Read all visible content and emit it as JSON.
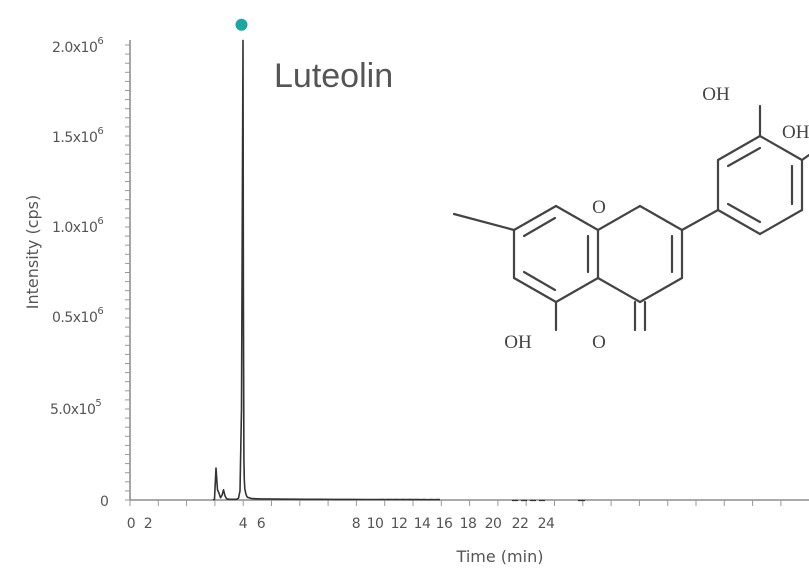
{
  "chart_data": {
    "type": "line",
    "title": "",
    "xlabel": "Time (min)",
    "ylabel": "Intensity (cps)",
    "xlim": [
      0,
      30
    ],
    "ylim": [
      0,
      2050000
    ],
    "x_tick_labels": [
      "0",
      "2",
      "4",
      "6",
      "8",
      "10",
      "12",
      "14",
      "16",
      "18",
      "20",
      "22",
      "24"
    ],
    "y_ticks": [
      {
        "value": 0,
        "mantissa": "0",
        "exponent": ""
      },
      {
        "value": 500000,
        "mantissa": "5.0x10",
        "exponent": "5"
      },
      {
        "value": 500000,
        "mantissa": "0.5x10",
        "exponent": "6"
      },
      {
        "value": 1000000,
        "mantissa": "1.0x10",
        "exponent": "6"
      },
      {
        "value": 1500000,
        "mantissa": "1.5x10",
        "exponent": "6"
      },
      {
        "value": 2000000,
        "mantissa": "2.0x10",
        "exponent": "6"
      }
    ],
    "series": [
      {
        "name": "",
        "color": "#333333",
        "x": [
          3.0,
          3.05,
          3.1,
          3.15,
          3.2,
          3.25,
          3.3,
          3.35,
          3.4,
          3.45,
          3.5,
          3.55,
          3.6,
          3.65,
          3.7,
          3.75,
          3.8,
          3.85,
          3.9,
          3.95,
          4.0,
          4.05,
          4.1,
          4.15,
          4.2,
          4.3,
          4.4,
          4.5,
          5.0,
          6.0,
          7.0,
          8.0,
          9.0,
          10.0,
          11.0,
          12.0,
          13.0,
          14.0,
          15.0,
          16.0,
          17.0,
          18.0
        ],
        "y": [
          0,
          3000,
          140000,
          45000,
          30000,
          10000,
          20000,
          45000,
          18000,
          6000,
          4000,
          3000,
          3000,
          3000,
          3000,
          3000,
          4000,
          8000,
          40000,
          400000,
          2020000,
          900000,
          180000,
          90000,
          50000,
          30000,
          18000,
          12000,
          6000,
          5000,
          4000,
          3500,
          3000,
          3000,
          2500,
          2500,
          2200,
          2000,
          2000,
          1800,
          1500,
          1500
        ]
      }
    ],
    "marker": {
      "x": 3.95,
      "y": 2080000,
      "color": "#1aa79f"
    },
    "annotation": "Luteolin"
  },
  "structure": {
    "atoms": [
      "O",
      "OH",
      "O",
      "OH",
      "OH"
    ]
  }
}
